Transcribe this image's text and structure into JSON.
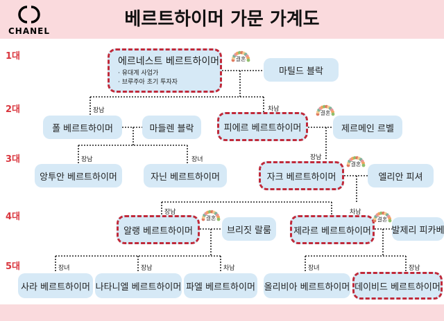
{
  "header": {
    "title": "베르트하이머 가문 가계도",
    "logo_text": "CHANEL"
  },
  "generations": [
    "1대",
    "2대",
    "3대",
    "4대",
    "5대"
  ],
  "marriage_label": "결혼",
  "people": {
    "ernest": {
      "name": "에르네스트 베르트하이머",
      "details": [
        "· 유대계 사업가",
        "· 브루주아 초기 투자자"
      ]
    },
    "mathilde": "마틸드 블락",
    "paul": "폴 베르트하이머",
    "madeleine": "마들렌 블락",
    "pierre": "피에르 베르트하이머",
    "germaine": "제르메인 르벨",
    "antoine": "앙투안 베르트하이머",
    "jacqueline": "자닌 베르트하이머",
    "jacques": "자크 베르트하이머",
    "eliane": "엘리안 피셔",
    "alain": "알랭 베르트하이머",
    "brigitte": "브리짓 랄룸",
    "gerard": "제라르 베르트하이머",
    "valerie": "발제리 피카베",
    "sarah": "사라 베르트하이머",
    "nathalie": "나타니엘 베르트하이머",
    "pavel": "파엘 베르트하이머",
    "olivia": "올리비아 베르트하이머",
    "david": "데이비드 베르트하이머"
  },
  "relations": {
    "paul": "장남",
    "pierre": "차남",
    "antoine": "장남",
    "jacqueline": "장녀",
    "jacques": "장남",
    "alain": "장남",
    "gerard": "차남",
    "sarah": "장녀",
    "nathalie": "장남",
    "pavel": "차남",
    "olivia": "장녀",
    "david": "장남"
  }
}
